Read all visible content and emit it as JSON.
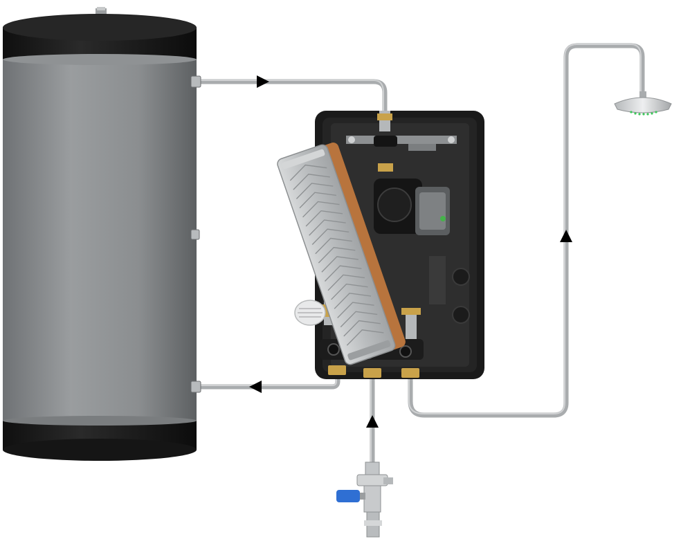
{
  "diagram": {
    "nodes": [
      {
        "id": "storage-tank",
        "kind": "tank"
      },
      {
        "id": "fresh-water-station",
        "kind": "heat-exchanger-module"
      },
      {
        "id": "shower-head",
        "kind": "outlet"
      },
      {
        "id": "cold-water-valve",
        "kind": "inlet-valve"
      }
    ],
    "edges": [
      {
        "from": "storage-tank",
        "to": "fresh-water-station",
        "direction": "right"
      },
      {
        "from": "fresh-water-station",
        "to": "storage-tank",
        "direction": "left"
      },
      {
        "from": "cold-water-valve",
        "to": "fresh-water-station",
        "direction": "up"
      },
      {
        "from": "fresh-water-station",
        "to": "shower-head",
        "direction": "up"
      }
    ],
    "colors": {
      "tank_body": "#8e9193",
      "tank_band": "#1c1c1c",
      "pipe": "#a9acae",
      "insulation": "#1a1a1a",
      "copper": "#b8743d",
      "brass": "#c9a24a",
      "pump_green": "#45b34a",
      "valve_blue": "#2f6fd3",
      "shower_green": "#3cc85a",
      "arrow": "#000000"
    }
  }
}
